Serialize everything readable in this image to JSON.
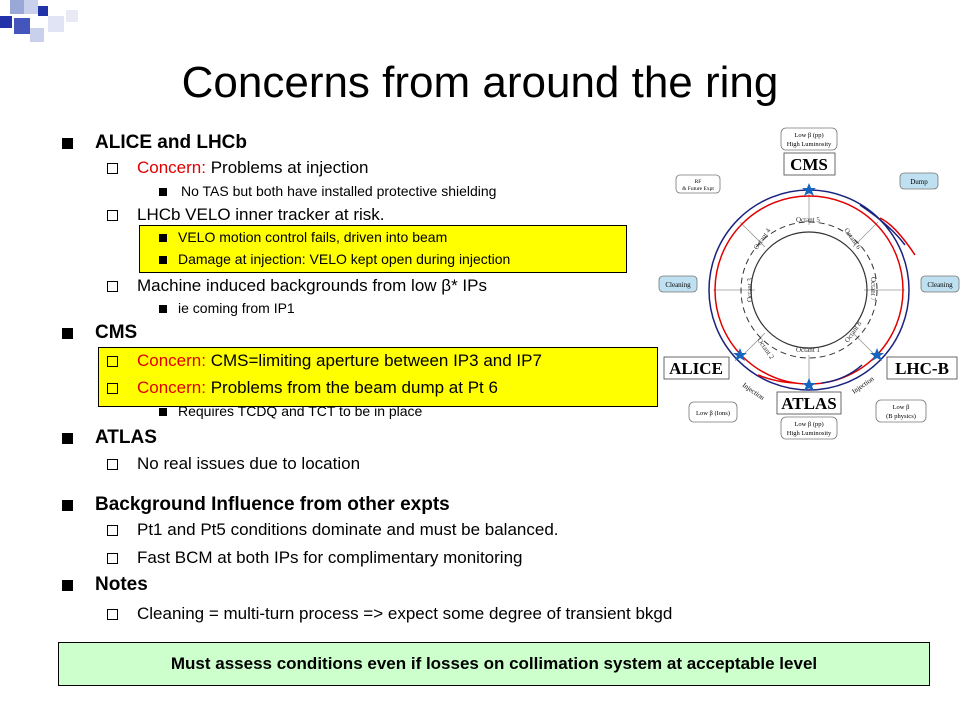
{
  "title": "Concerns from around the ring",
  "sections": {
    "alice_lhcb": {
      "heading": "ALICE and LHCb",
      "concern_label": "Concern:",
      "concern_text": " Problems at injection",
      "tas_note": "No TAS but both have installed protective shielding",
      "velo_risk": "LHCb VELO inner tracker at risk.",
      "velo_motion": "VELO motion control fails, driven into beam",
      "velo_damage": "Damage at injection: VELO kept open during injection",
      "machine_bkg_pre": "Machine induced backgrounds from low ",
      "machine_bkg_beta": "β",
      "machine_bkg_post": "* IPs",
      "ip1_note": "ie coming from  IP1"
    },
    "cms": {
      "heading": "CMS",
      "concern1_label": "Concern:",
      "concern1_text": " CMS=limiting aperture between IP3 and IP7",
      "concern2_label": "Concern:",
      "concern2_text": " Problems from the beam dump at Pt 6",
      "tcdq_note": "Requires TCDQ and TCT to be in place"
    },
    "atlas": {
      "heading": "ATLAS",
      "note": "No real issues due  to location"
    },
    "background": {
      "heading": "Background Influence from other expts",
      "item1": "Pt1 and Pt5 conditions dominate and must be balanced.",
      "item2": "Fast BCM  at both IPs for complimentary monitoring"
    },
    "notes": {
      "heading": "Notes",
      "item1": "Cleaning = multi-turn process => expect some degree of transient bkgd"
    }
  },
  "footer": "Must assess conditions even if losses on collimation system at acceptable level",
  "diagram": {
    "cms_top_label1": "Low β (pp)",
    "cms_top_label2": "High Luminosity",
    "cms": "CMS",
    "rf1": "RF",
    "rf2": "& Future Expt",
    "dump": "Dump",
    "cleaning_left": "Cleaning",
    "cleaning_right": "Cleaning",
    "alice": "ALICE",
    "lhcb": "LHC-B",
    "atlas": "ATLAS",
    "injection_left": "Injection",
    "injection_right": "Injection",
    "low_beta_ions1": "Low β (Ions)",
    "low_beta_bottom1": "Low β (pp)",
    "low_beta_bottom2": "High Luminosity",
    "low_beta_b1": "Low β",
    "low_beta_b2": "(B physics)",
    "octant1": "Octant 1",
    "octant2": "Octant 2",
    "octant3": "Octant 3",
    "octant4": "Octant 4",
    "octant5": "Octant 5",
    "octant6": "Octant 6",
    "octant7": "Octant 7",
    "octant8": "Octant 8"
  },
  "colors": {
    "accent_red": "#e00000",
    "highlight_yellow": "#ffff00",
    "footer_green": "#ccffcc",
    "beam_red": "#e00000",
    "beam_blue": "#1a237e",
    "label_box_blue": "#bfe0f0"
  }
}
